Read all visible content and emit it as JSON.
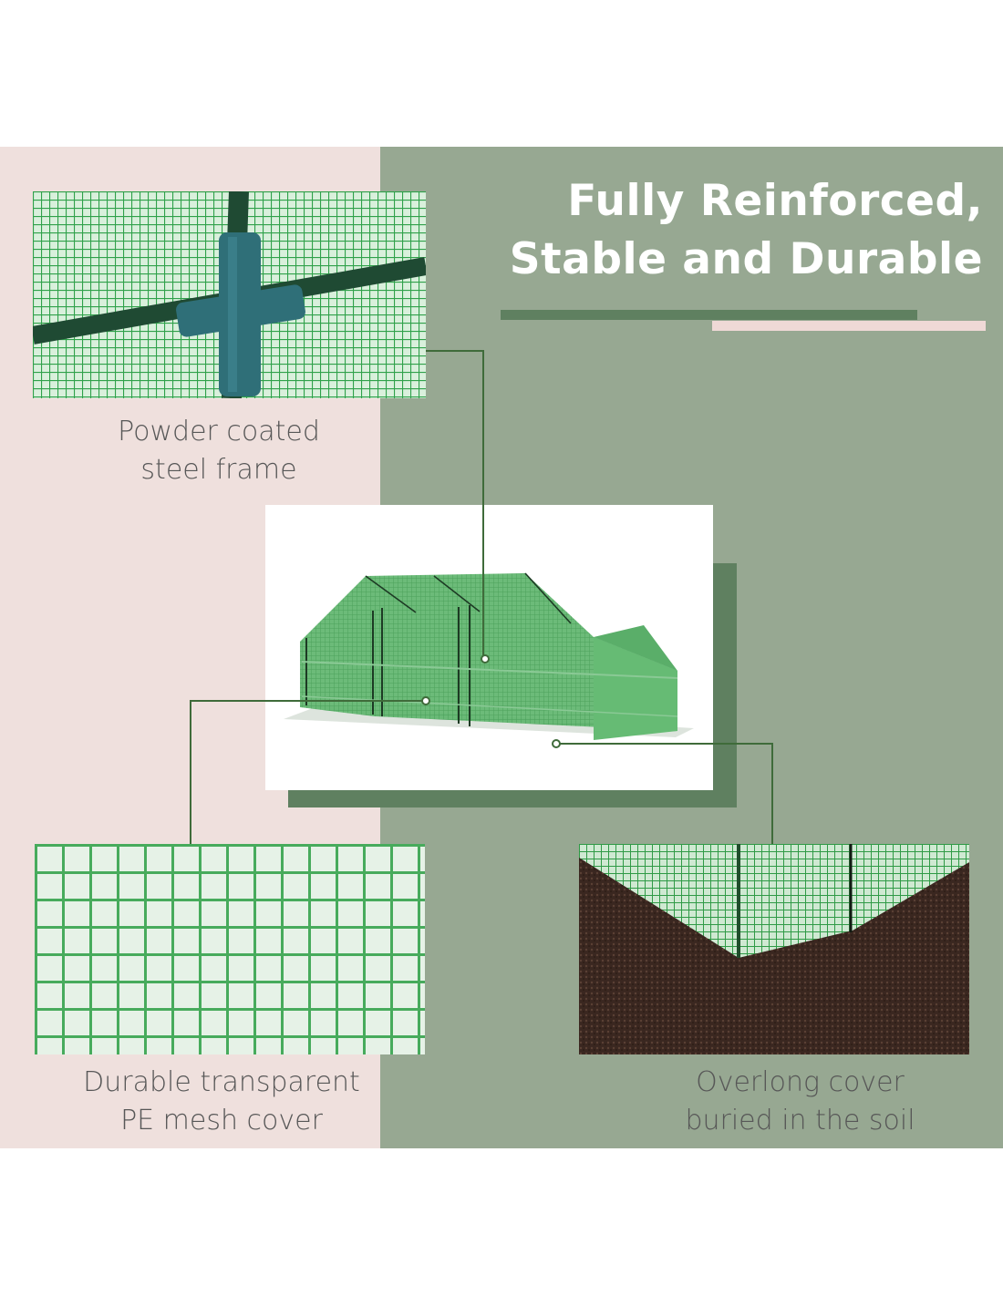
{
  "title": {
    "line1": "Fully Reinforced,",
    "line2": "Stable and Durable"
  },
  "features": [
    {
      "line1": "Powder coated",
      "line2": "steel frame"
    },
    {
      "line1": "Durable transparent",
      "line2": "PE mesh cover"
    },
    {
      "line1": "Overlong cover",
      "line2": "buried in the soil"
    }
  ],
  "colors": {
    "pink_panel": "#efe0dd",
    "sage_panel": "#97a892",
    "accent_green": "#5f8060",
    "accent_pink": "#efd9d6",
    "mesh_green": "#2fa14a",
    "caption_text": "#575757"
  }
}
